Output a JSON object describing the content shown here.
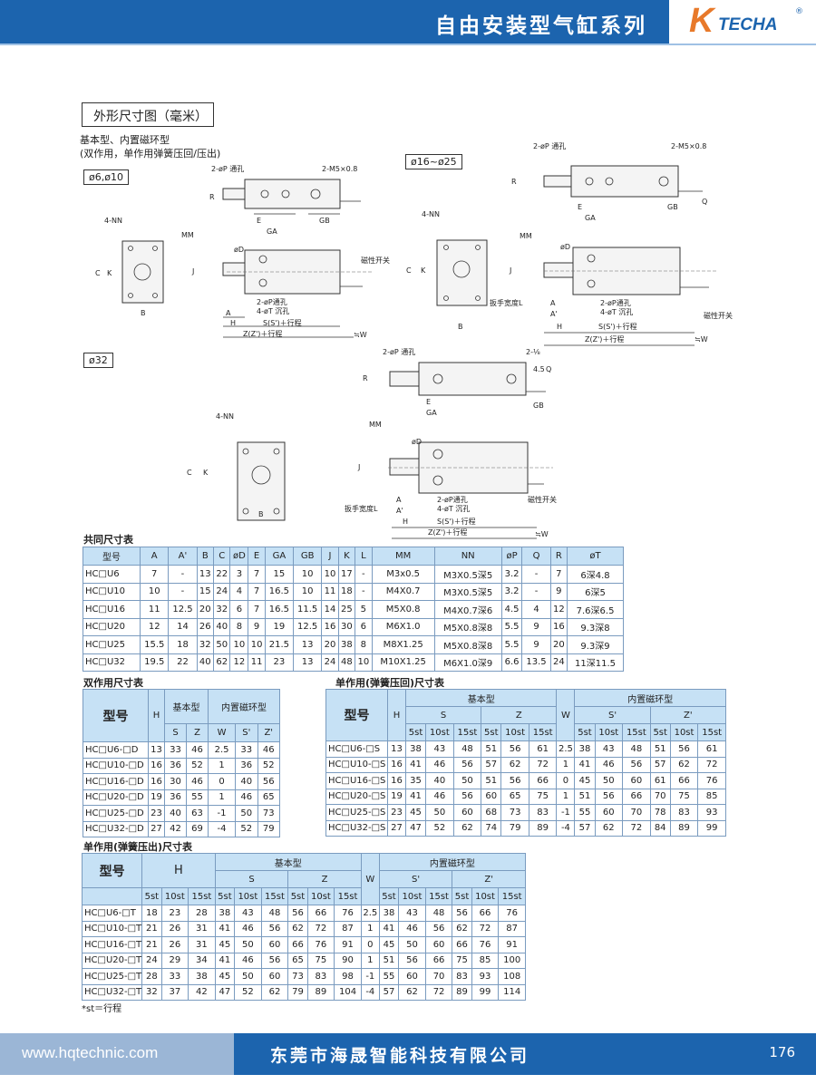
{
  "header": {
    "title": "自由安装型气缸系列",
    "logo_k": "K",
    "logo_text": "TECHA",
    "logo_reg": "®"
  },
  "section": {
    "title": "外形尺寸图（毫米）",
    "subtitle1": "基本型、内置磁环型",
    "subtitle2": "(双作用，单作用弹簧压回/压出)",
    "tag_small": "ø6,ø10",
    "tag_mid": "ø16~ø25",
    "tag_large": "ø32"
  },
  "drawing_labels": {
    "p_hole": "2-øP 通孔",
    "m5": "2-M5×0.8",
    "nn": "4-NN",
    "mm": "MM",
    "switch": "磁性开关",
    "p_hole2": "2-øP通孔",
    "t_hole": "4-øT 沉孔",
    "s_stroke": "S(S')＋行程",
    "z_stroke": "Z(Z')＋行程",
    "w": "≒W",
    "wrench": "扳手宽度L",
    "r": "R",
    "e": "E",
    "ga": "GA",
    "gb": "GB",
    "c": "C",
    "k": "K",
    "b": "B",
    "j": "J",
    "d": "øD",
    "a": "A",
    "a2": "A'",
    "h": "H",
    "q": "Q",
    "port": "2-⅛",
    "dim45": "4.5"
  },
  "common_table": {
    "caption": "共同尺寸表",
    "headers": [
      "型号",
      "A",
      "A'",
      "B",
      "C",
      "øD",
      "E",
      "GA",
      "GB",
      "J",
      "K",
      "L",
      "MM",
      "NN",
      "øP",
      "Q",
      "R",
      "øT"
    ],
    "rows": [
      [
        "HC□U6",
        "7",
        "-",
        "13",
        "22",
        "3",
        "7",
        "15",
        "10",
        "10",
        "17",
        "-",
        "M3x0.5",
        "M3X0.5深5",
        "3.2",
        "-",
        "7",
        "6深4.8"
      ],
      [
        "HC□U10",
        "10",
        "-",
        "15",
        "24",
        "4",
        "7",
        "16.5",
        "10",
        "11",
        "18",
        "-",
        "M4X0.7",
        "M3X0.5深5",
        "3.2",
        "-",
        "9",
        "6深5"
      ],
      [
        "HC□U16",
        "11",
        "12.5",
        "20",
        "32",
        "6",
        "7",
        "16.5",
        "11.5",
        "14",
        "25",
        "5",
        "M5X0.8",
        "M4X0.7深6",
        "4.5",
        "4",
        "12",
        "7.6深6.5"
      ],
      [
        "HC□U20",
        "12",
        "14",
        "26",
        "40",
        "8",
        "9",
        "19",
        "12.5",
        "16",
        "30",
        "6",
        "M6X1.0",
        "M5X0.8深8",
        "5.5",
        "9",
        "16",
        "9.3深8"
      ],
      [
        "HC□U25",
        "15.5",
        "18",
        "32",
        "50",
        "10",
        "10",
        "21.5",
        "13",
        "20",
        "38",
        "8",
        "M8X1.25",
        "M5X0.8深8",
        "5.5",
        "9",
        "20",
        "9.3深9"
      ],
      [
        "HC□U32",
        "19.5",
        "22",
        "40",
        "62",
        "12",
        "11",
        "23",
        "13",
        "24",
        "48",
        "10",
        "M10X1.25",
        "M6X1.0深9",
        "6.6",
        "13.5",
        "24",
        "11深11.5"
      ]
    ]
  },
  "double_table": {
    "caption": "双作用尺寸表",
    "h_model": "型号",
    "h_h": "H",
    "h_basic": "基本型",
    "h_mag": "内置磁环型",
    "sub": [
      "S",
      "Z",
      "W",
      "S'",
      "Z'"
    ],
    "rows": [
      [
        "HC□U6-□D",
        "13",
        "33",
        "46",
        "2.5",
        "33",
        "46"
      ],
      [
        "HC□U10-□D",
        "16",
        "36",
        "52",
        "1",
        "36",
        "52"
      ],
      [
        "HC□U16-□D",
        "16",
        "30",
        "46",
        "0",
        "40",
        "56"
      ],
      [
        "HC□U20-□D",
        "19",
        "36",
        "55",
        "1",
        "46",
        "65"
      ],
      [
        "HC□U25-□D",
        "23",
        "40",
        "63",
        "-1",
        "50",
        "73"
      ],
      [
        "HC□U32-□D",
        "27",
        "42",
        "69",
        "-4",
        "52",
        "79"
      ]
    ]
  },
  "single_return_table": {
    "caption": "单作用(弹簧压回)尺寸表",
    "h_model": "型号",
    "h_h": "H",
    "h_basic": "基本型",
    "h_mag": "内置磁环型",
    "h_s": "S",
    "h_z": "Z",
    "h_w": "W",
    "h_s2": "S'",
    "h_z2": "Z'",
    "st": [
      "5st",
      "10st",
      "15st"
    ],
    "rows": [
      [
        "HC□U6-□S",
        "13",
        "38",
        "43",
        "48",
        "51",
        "56",
        "61",
        "2.5",
        "38",
        "43",
        "48",
        "51",
        "56",
        "61"
      ],
      [
        "HC□U10-□S",
        "16",
        "41",
        "46",
        "56",
        "57",
        "62",
        "72",
        "1",
        "41",
        "46",
        "56",
        "57",
        "62",
        "72"
      ],
      [
        "HC□U16-□S",
        "16",
        "35",
        "40",
        "50",
        "51",
        "56",
        "66",
        "0",
        "45",
        "50",
        "60",
        "61",
        "66",
        "76"
      ],
      [
        "HC□U20-□S",
        "19",
        "41",
        "46",
        "56",
        "60",
        "65",
        "75",
        "1",
        "51",
        "56",
        "66",
        "70",
        "75",
        "85"
      ],
      [
        "HC□U25-□S",
        "23",
        "45",
        "50",
        "60",
        "68",
        "73",
        "83",
        "-1",
        "55",
        "60",
        "70",
        "78",
        "83",
        "93"
      ],
      [
        "HC□U32-□S",
        "27",
        "47",
        "52",
        "62",
        "74",
        "79",
        "89",
        "-4",
        "57",
        "62",
        "72",
        "84",
        "89",
        "99"
      ]
    ]
  },
  "single_push_table": {
    "caption": "单作用(弹簧压出)尺寸表",
    "h_model": "型号",
    "h_h": "H",
    "h_basic": "基本型",
    "h_mag": "内置磁环型",
    "h_s": "S",
    "h_z": "Z",
    "h_w": "W",
    "h_s2": "S'",
    "h_z2": "Z'",
    "st": [
      "5st",
      "10st",
      "15st"
    ],
    "rows": [
      [
        "HC□U6-□T",
        "18",
        "23",
        "28",
        "38",
        "43",
        "48",
        "56",
        "66",
        "76",
        "2.5",
        "38",
        "43",
        "48",
        "56",
        "66",
        "76"
      ],
      [
        "HC□U10-□T",
        "21",
        "26",
        "31",
        "41",
        "46",
        "56",
        "62",
        "72",
        "87",
        "1",
        "41",
        "46",
        "56",
        "62",
        "72",
        "87"
      ],
      [
        "HC□U16-□T",
        "21",
        "26",
        "31",
        "45",
        "50",
        "60",
        "66",
        "76",
        "91",
        "0",
        "45",
        "50",
        "60",
        "66",
        "76",
        "91"
      ],
      [
        "HC□U20-□T",
        "24",
        "29",
        "34",
        "41",
        "46",
        "56",
        "65",
        "75",
        "90",
        "1",
        "51",
        "56",
        "66",
        "75",
        "85",
        "100"
      ],
      [
        "HC□U25-□T",
        "28",
        "33",
        "38",
        "45",
        "50",
        "60",
        "73",
        "83",
        "98",
        "-1",
        "55",
        "60",
        "70",
        "83",
        "93",
        "108"
      ],
      [
        "HC□U32-□T",
        "32",
        "37",
        "42",
        "47",
        "52",
        "62",
        "79",
        "89",
        "104",
        "-4",
        "57",
        "62",
        "72",
        "89",
        "99",
        "114"
      ]
    ]
  },
  "note": "*st＝行程",
  "footer": {
    "url": "www.hqtechnic.com",
    "company": "东莞市海晟智能科技有限公司",
    "page": "176"
  }
}
